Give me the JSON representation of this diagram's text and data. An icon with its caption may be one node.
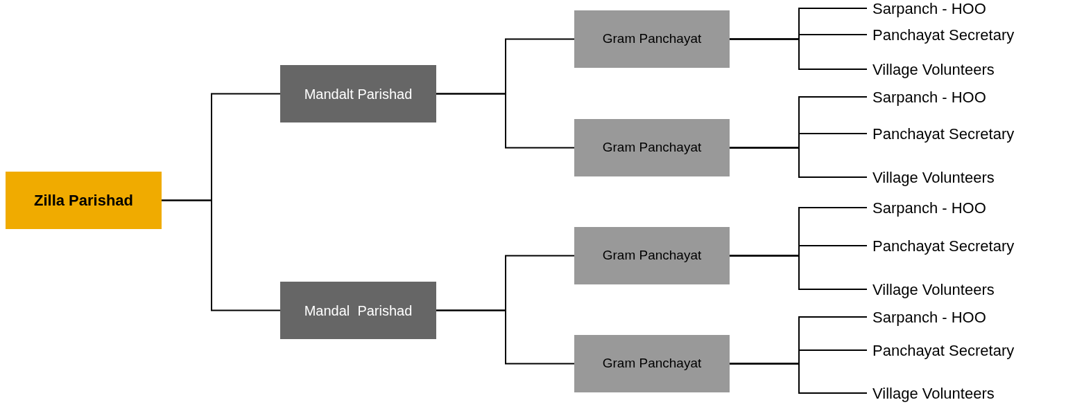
{
  "diagram": {
    "nodes": [
      {
        "text": [
          "Zilla Parishad"
        ]
      },
      {
        "text": [
          "Mandalt Parishad"
        ]
      },
      {
        "text": [
          "Mandal  Parishad"
        ]
      },
      {
        "text": [
          "Gram Panchayat"
        ]
      },
      {
        "text": [
          "Gram Panchayat"
        ]
      },
      {
        "text": [
          "Gram Panchayat"
        ]
      },
      {
        "text": [
          "Gram Panchayat"
        ]
      },
      {
        "text": [
          "Sarpanch - HOO"
        ]
      },
      {
        "text": [
          "Panchayat Secretary"
        ]
      },
      {
        "text": [
          "Village Volunteers"
        ]
      },
      {
        "text": [
          "Sarpanch - HOO"
        ]
      },
      {
        "text": [
          "Panchayat Secretary"
        ]
      },
      {
        "text": [
          "Village Volunteers"
        ]
      },
      {
        "text": [
          "Sarpanch - HOO"
        ]
      },
      {
        "text": [
          "Panchayat Secretary"
        ]
      },
      {
        "text": [
          "Village Volunteers"
        ]
      },
      {
        "text": [
          "Sarpanch - HOO"
        ]
      },
      {
        "text": [
          "Panchayat Secretary"
        ]
      },
      {
        "text": [
          "Village Volunteers"
        ]
      }
    ],
    "edges": [
      {
        "from": 0,
        "to": 1,
        "arrow": "none"
      },
      {
        "from": 0,
        "to": 2,
        "arrow": "none"
      },
      {
        "from": 1,
        "to": 3,
        "arrow": "none"
      },
      {
        "from": 1,
        "to": 4,
        "arrow": "none"
      },
      {
        "from": 2,
        "to": 5,
        "arrow": "none"
      },
      {
        "from": 2,
        "to": 6,
        "arrow": "none"
      },
      {
        "from": 3,
        "to": 7,
        "arrow": "none"
      },
      {
        "from": 3,
        "to": 8,
        "arrow": "none"
      },
      {
        "from": 3,
        "to": 9,
        "arrow": "none"
      },
      {
        "from": 4,
        "to": 10,
        "arrow": "none"
      },
      {
        "from": 4,
        "to": 11,
        "arrow": "none"
      },
      {
        "from": 4,
        "to": 12,
        "arrow": "none"
      },
      {
        "from": 5,
        "to": 13,
        "arrow": "none"
      },
      {
        "from": 5,
        "to": 14,
        "arrow": "none"
      },
      {
        "from": 5,
        "to": 15,
        "arrow": "none"
      },
      {
        "from": 6,
        "to": 16,
        "arrow": "none"
      },
      {
        "from": 6,
        "to": 17,
        "arrow": "none"
      },
      {
        "from": 6,
        "to": 18,
        "arrow": "none"
      }
    ]
  }
}
